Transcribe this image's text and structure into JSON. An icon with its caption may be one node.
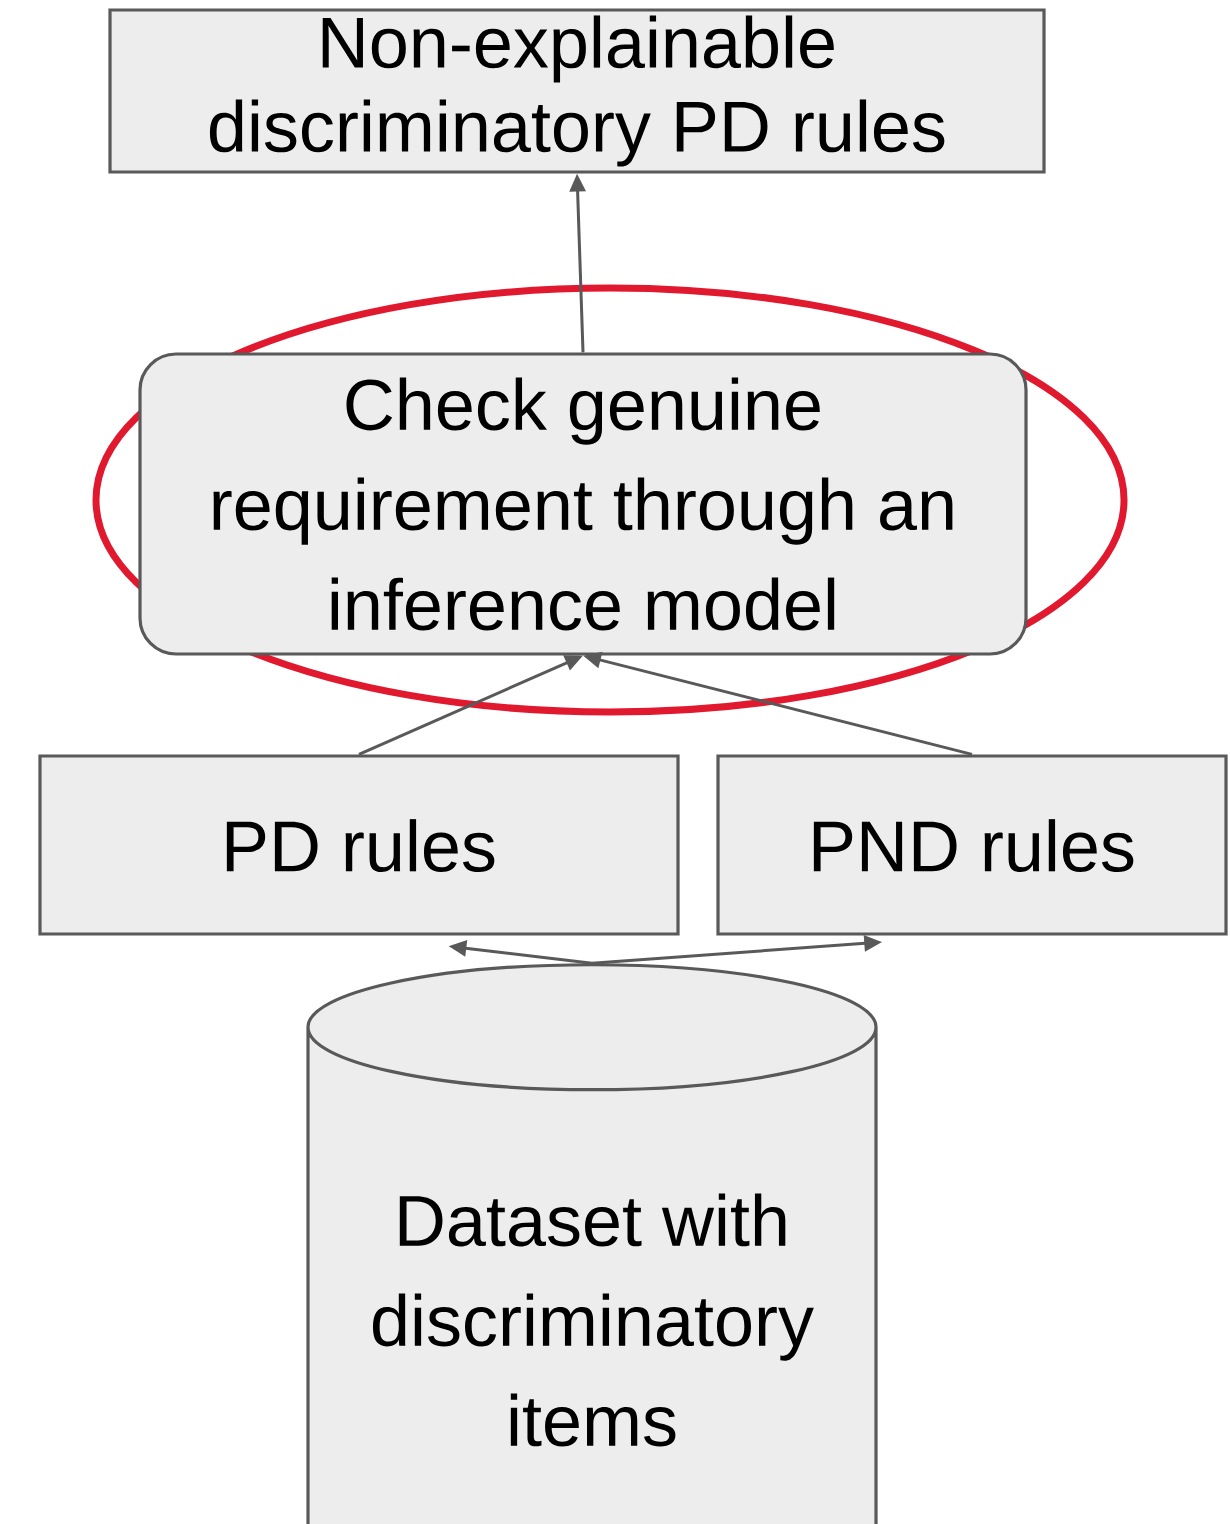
{
  "diagram": {
    "nodes": [
      {
        "text": [
          "Non-explainable discriminatory PD rules"
        ]
      },
      {
        "text": [
          "Check genuine requirement through an inference model"
        ]
      },
      {
        "text": [
          "PD rules"
        ]
      },
      {
        "text": [
          "PND rules"
        ]
      },
      {
        "text": [
          "Dataset with discriminatory items"
        ]
      }
    ],
    "edges": [
      {
        "from": 1,
        "to": 0,
        "arrow": "to"
      },
      {
        "from": 2,
        "to": 1,
        "arrow": "to"
      },
      {
        "from": 3,
        "to": 1,
        "arrow": "to"
      },
      {
        "from": 4,
        "to": 2,
        "arrow": "to"
      },
      {
        "from": 4,
        "to": 3,
        "arrow": "to"
      }
    ]
  }
}
